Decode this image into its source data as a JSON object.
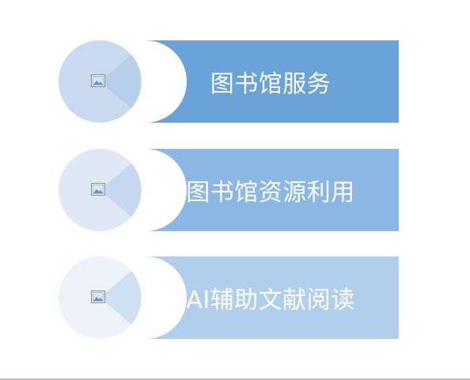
{
  "items": [
    {
      "label": "图书馆服务",
      "icon": "image-placeholder-icon",
      "colors": {
        "banner": "#6aa3d9",
        "circle": "#c9daf0",
        "wedge": "#b7cfeb"
      }
    },
    {
      "label": "图书馆资源利用",
      "icon": "image-placeholder-icon",
      "colors": {
        "banner": "#8ab7e3",
        "circle": "#dfe8f5",
        "wedge": "#c5d8ef"
      }
    },
    {
      "label": "AI辅助文献阅读",
      "icon": "image-placeholder-icon",
      "colors": {
        "banner": "#b0cfec",
        "circle": "#eef3fa",
        "wedge": "#cfe0f3"
      }
    }
  ]
}
